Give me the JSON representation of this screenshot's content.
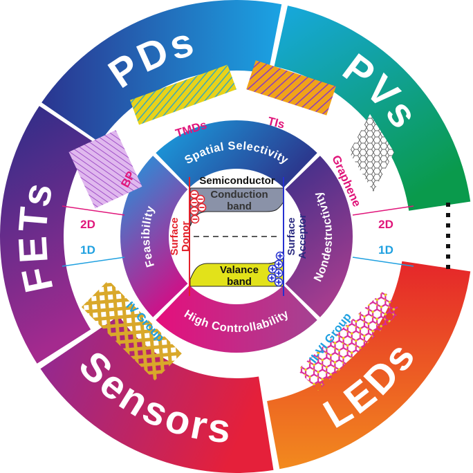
{
  "applications": [
    {
      "label": "PDs",
      "color_start": "#2a3590",
      "color_end": "#1ba3e3"
    },
    {
      "label": "PVs",
      "color_start": "#17a8e0",
      "color_end": "#0a9a4c"
    },
    {
      "label": "LEDs",
      "color_start": "#e5262a",
      "color_end": "#f28a1e"
    },
    {
      "label": "Sensors",
      "color_start": "#8c2a98",
      "color_end": "#e5203a"
    },
    {
      "label": "FETs",
      "color_start": "#2a2e88",
      "color_end": "#a42a8e"
    }
  ],
  "features": [
    {
      "label": "Spatial Selectivity",
      "color_start": "#19a3e3",
      "color_end": "#2b3a8f"
    },
    {
      "label": "Nondestructivity",
      "color_start": "#3a2f8a",
      "color_end": "#a43c8e"
    },
    {
      "label": "High Controllability",
      "color_start": "#e50f7c",
      "color_end": "#a44392"
    },
    {
      "label": "Feasibility",
      "color_start": "#1a9be0",
      "color_end": "#c8168a"
    }
  ],
  "materials_2d": {
    "bp": "BP",
    "tmds": "TMDs",
    "tis": "TIs",
    "graphene": "Graphene"
  },
  "materials_1d": {
    "iv": "IV Group",
    "iivi": "II-VI Group"
  },
  "dimension_labels": {
    "left_2d": "2D",
    "left_1d": "1D",
    "right_2d": "2D",
    "right_1d": "1D"
  },
  "core": {
    "title": "Semiconductor",
    "conduction_line1": "Conduction",
    "conduction_line2": "band",
    "valence_line1": "Valance",
    "valence_line2": "band",
    "donor_line1": "Surface",
    "donor_line2": "Donor",
    "acceptor_line1": "Surface",
    "acceptor_line2": "Acceptor"
  },
  "colors": {
    "magenta": "#e0157a",
    "cyan": "#1fa0e0",
    "donor": "#e3202a",
    "acceptor": "#2630d0",
    "conduction": "#8a92a8",
    "valence": "#e2e21a"
  }
}
